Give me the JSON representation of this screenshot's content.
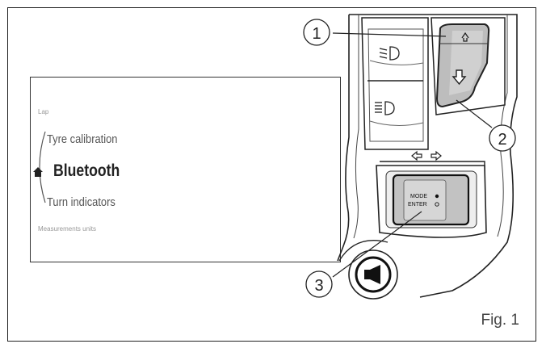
{
  "menu": {
    "item_prev_small": "Lap",
    "item_prev": "Tyre calibration",
    "item_selected": "Bluetooth",
    "item_next": "Turn indicators",
    "item_next_small": "Measurements units"
  },
  "callouts": [
    "1",
    "2",
    "3"
  ],
  "button_labels": {
    "mode": "MODE",
    "enter": "ENTER"
  },
  "figure_label": "Fig. 1",
  "icons": [
    "home-icon",
    "low-beam-icon",
    "high-beam-icon",
    "arrow-up-icon",
    "arrow-down-icon",
    "arrow-left-icon",
    "arrow-right-icon",
    "horn-icon"
  ]
}
